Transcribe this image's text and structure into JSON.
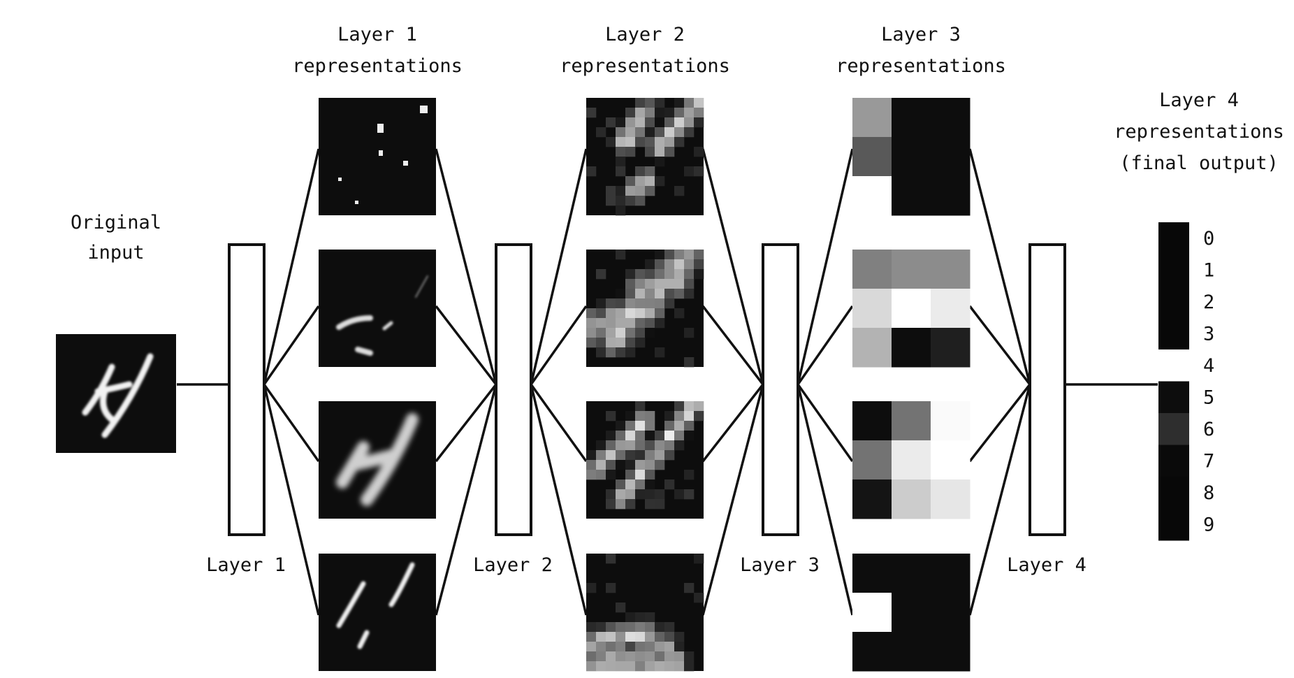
{
  "labels": {
    "original_input_line1": "Original",
    "original_input_line2": "input",
    "layer1_title_line1": "Layer 1",
    "layer1_title_line2": "representations",
    "layer2_title_line1": "Layer 2",
    "layer2_title_line2": "representations",
    "layer3_title_line1": "Layer 3",
    "layer3_title_line2": "representations",
    "layer4_title_line1": "Layer 4",
    "layer4_title_line2": "representations",
    "layer4_title_line3": "(final output)",
    "layer1": "Layer 1",
    "layer2": "Layer 2",
    "layer3": "Layer 3",
    "layer4": "Layer 4"
  },
  "output_classes": [
    "0",
    "1",
    "2",
    "3",
    "4",
    "5",
    "6",
    "7",
    "8",
    "9"
  ],
  "output_values": [
    0.03,
    0.03,
    0.03,
    0.03,
    1.0,
    0.05,
    0.18,
    0.04,
    0.03,
    0.03
  ],
  "layer3_maps": [
    {
      "cols": 3,
      "rows": 3,
      "cells": [
        0.6,
        0.05,
        0.05,
        0.35,
        0.05,
        0.05,
        1.0,
        0.05,
        0.05
      ]
    },
    {
      "cols": 3,
      "rows": 3,
      "cells": [
        0.5,
        0.55,
        0.55,
        0.85,
        1.0,
        0.92,
        0.7,
        0.05,
        0.12
      ]
    },
    {
      "cols": 3,
      "rows": 3,
      "cells": [
        0.05,
        0.45,
        0.98,
        0.45,
        0.92,
        1.0,
        0.08,
        0.8,
        0.9
      ]
    },
    {
      "cols": 3,
      "rows": 3,
      "cells": [
        0.05,
        0.05,
        0.05,
        1.0,
        0.05,
        0.05,
        0.05,
        0.05,
        0.05
      ]
    }
  ],
  "colors": {
    "stroke": "#111111",
    "map_background": "#0d0d0d",
    "page": "#ffffff"
  }
}
